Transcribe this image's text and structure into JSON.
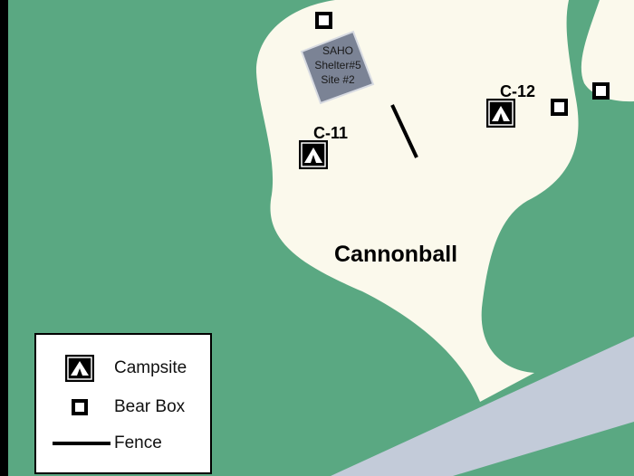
{
  "colors": {
    "forest": "#5aa882",
    "clearing": "#fbf9ec",
    "road": "#c3cbd9",
    "shelter": "#7b8395",
    "ink": "#000000"
  },
  "area": {
    "name": "Cannonball"
  },
  "campsites": [
    {
      "label": "C-11",
      "icon": "tent-icon"
    },
    {
      "label": "C-12",
      "icon": "tent-icon"
    }
  ],
  "shelter": {
    "lines": [
      "SAHO",
      "Shelter#5",
      "Site #2"
    ]
  },
  "bear_boxes": 3,
  "legend": {
    "items": [
      {
        "label": "Campsite",
        "icon": "tent-icon"
      },
      {
        "label": "Bear Box",
        "icon": "bear-box-icon"
      },
      {
        "label": "Fence",
        "icon": "fence-line-icon"
      }
    ]
  }
}
